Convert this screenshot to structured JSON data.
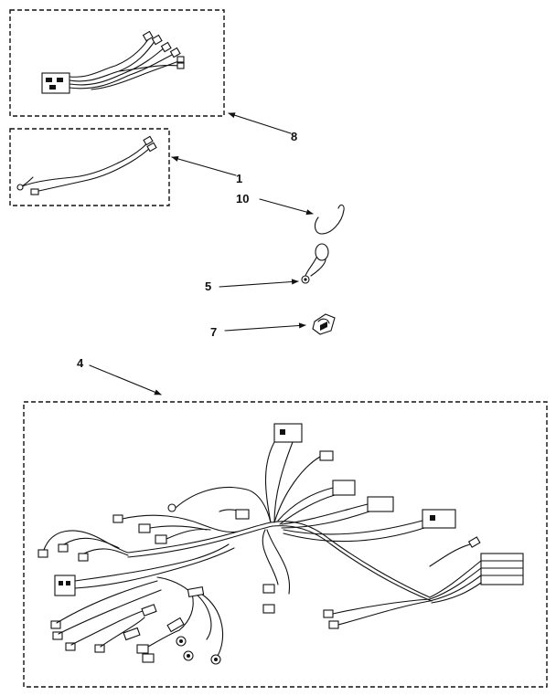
{
  "callouts": {
    "part_8": "8",
    "part_1": "1",
    "part_10": "10",
    "part_5": "5",
    "part_7": "7",
    "part_4": "4"
  }
}
